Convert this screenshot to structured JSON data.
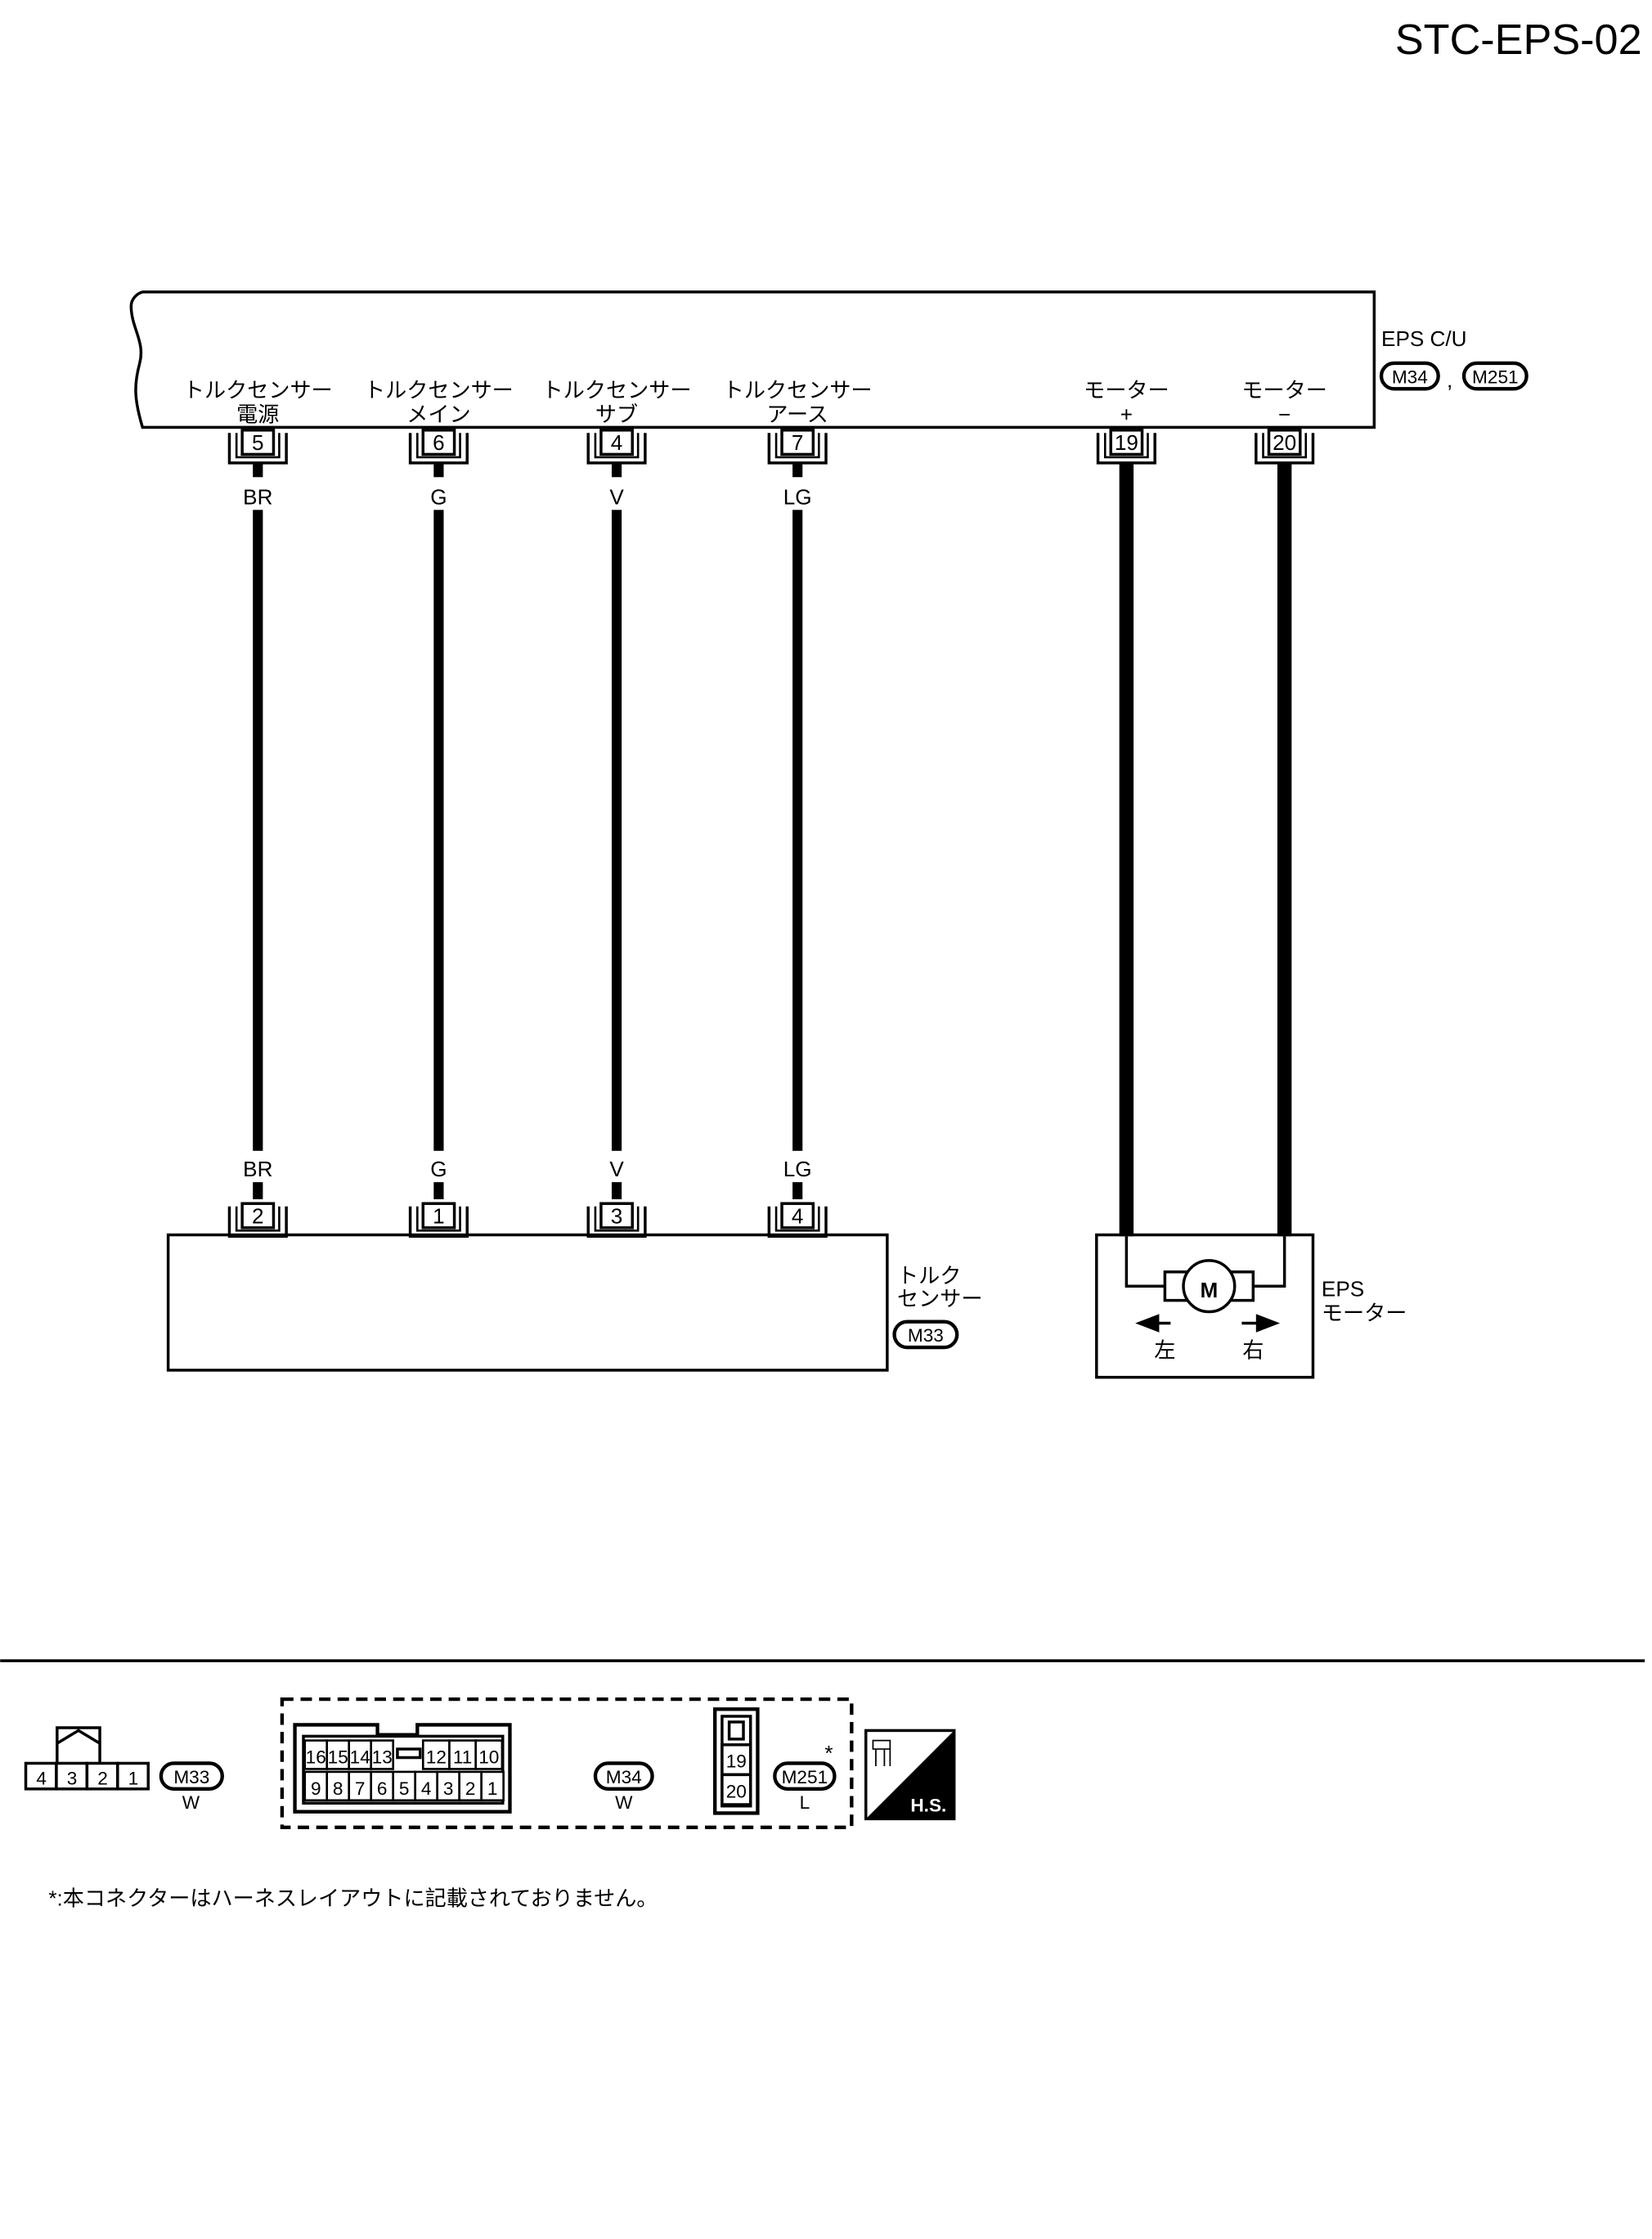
{
  "page_code": "STC-EPS-02",
  "control_unit": {
    "name": "EPS C/U",
    "connectors": [
      "M34",
      "M251"
    ],
    "separator": ",",
    "terminals": [
      {
        "line1": "トルクセンサー",
        "line2": "電源",
        "pin": "5",
        "wire_color": "BR"
      },
      {
        "line1": "トルクセンサー",
        "line2": "メイン",
        "pin": "6",
        "wire_color": "G"
      },
      {
        "line1": "トルクセンサー",
        "line2": "サブ",
        "pin": "4",
        "wire_color": "V"
      },
      {
        "line1": "トルクセンサー",
        "line2": "アース",
        "pin": "7",
        "wire_color": "LG"
      },
      {
        "line1": "モーター",
        "line2": "+",
        "pin": "19",
        "wire_color": ""
      },
      {
        "line1": "モーター",
        "line2": "−",
        "pin": "20",
        "wire_color": ""
      }
    ]
  },
  "torque_sensor": {
    "line1": "トルク",
    "line2": "センサー",
    "connector": "M33",
    "pins": [
      {
        "pin": "2",
        "wire_color": "BR"
      },
      {
        "pin": "1",
        "wire_color": "G"
      },
      {
        "pin": "3",
        "wire_color": "V"
      },
      {
        "pin": "4",
        "wire_color": "LG"
      }
    ]
  },
  "eps_motor": {
    "line1": "EPS",
    "line2": "モーター",
    "symbol": "M",
    "left_label": "左",
    "right_label": "右"
  },
  "connector_views": {
    "m33": {
      "id": "M33",
      "color": "W",
      "pins": [
        "4",
        "3",
        "2",
        "1"
      ]
    },
    "m34": {
      "id": "M34",
      "color": "W",
      "top_row": [
        "16",
        "15",
        "14",
        "13",
        "12",
        "11",
        "10"
      ],
      "bottom_row": [
        "9",
        "8",
        "7",
        "6",
        "5",
        "4",
        "3",
        "2",
        "1"
      ]
    },
    "m251": {
      "id": "M251",
      "color": "L",
      "pins": [
        "19",
        "20"
      ],
      "mark": "*"
    },
    "hs_badge": "H.S."
  },
  "footnote": "*:本コネクターはハーネスレイアウトに記載されておりません。"
}
